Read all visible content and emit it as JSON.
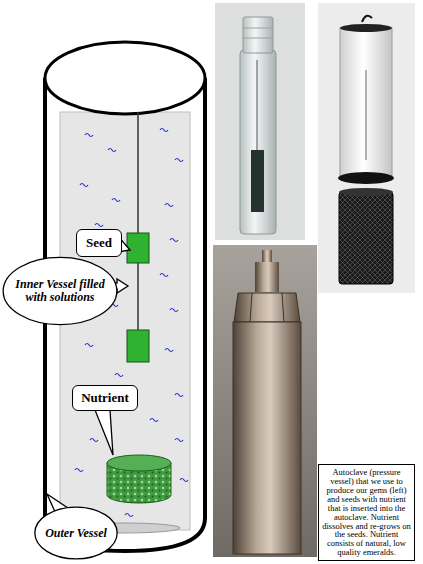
{
  "diagram": {
    "nodes": [
      {
        "text": [
          "Seed"
        ]
      },
      {
        "text": [
          "Inner Vessel filled with solutions"
        ]
      },
      {
        "text": [
          "Nutrient"
        ]
      },
      {
        "text": [
          "Outer Vessel"
        ]
      },
      {
        "text": [
          "Autoclave (pressure vessel) that we use to produce our gems (left) and seeds with nutrient that is inserted into the autoclave. Nutrient dissolves and re-grows on the seeds. Nutrient consists of natural, low quality emeralds."
        ]
      }
    ]
  }
}
